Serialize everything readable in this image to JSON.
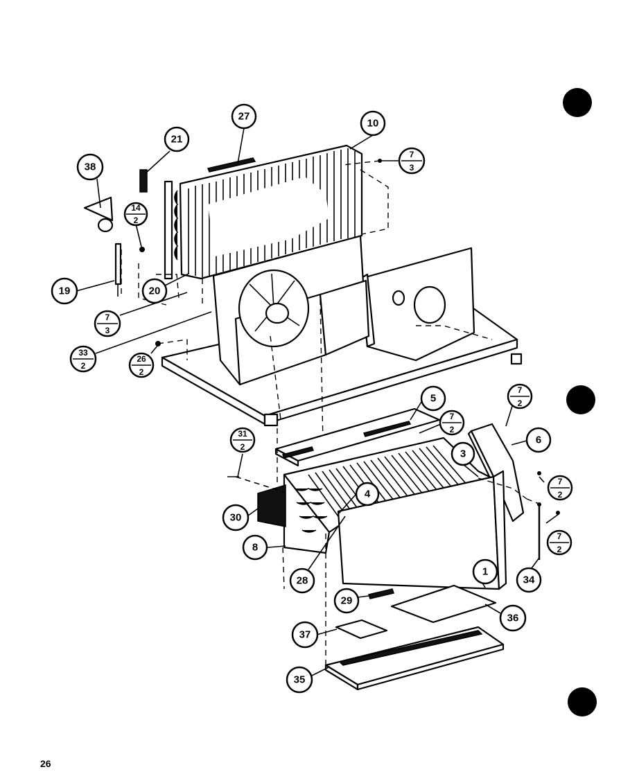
{
  "page_number": "26",
  "callouts": {
    "c27": "27",
    "c10": "10",
    "c21": "21",
    "c38": "38",
    "c14": "14",
    "c14b": "2",
    "c7a": "7",
    "c7ab": "3",
    "c19": "19",
    "c20": "20",
    "c7b": "7",
    "c7bb": "3",
    "c33": "33",
    "c33b": "2",
    "c26": "26",
    "c26b": "2",
    "c5": "5",
    "c7c": "7",
    "c7cb": "2",
    "c7d": "7",
    "c7db": "2",
    "c6": "6",
    "c31": "31",
    "c31b": "2",
    "c3": "3",
    "c4": "4",
    "c7e": "7",
    "c7eb": "2",
    "c30": "30",
    "c8": "8",
    "c7f": "7",
    "c7fb": "2",
    "c28": "28",
    "c1": "1",
    "c34": "34",
    "c29": "29",
    "c36": "36",
    "c37": "37",
    "c35": "35"
  }
}
